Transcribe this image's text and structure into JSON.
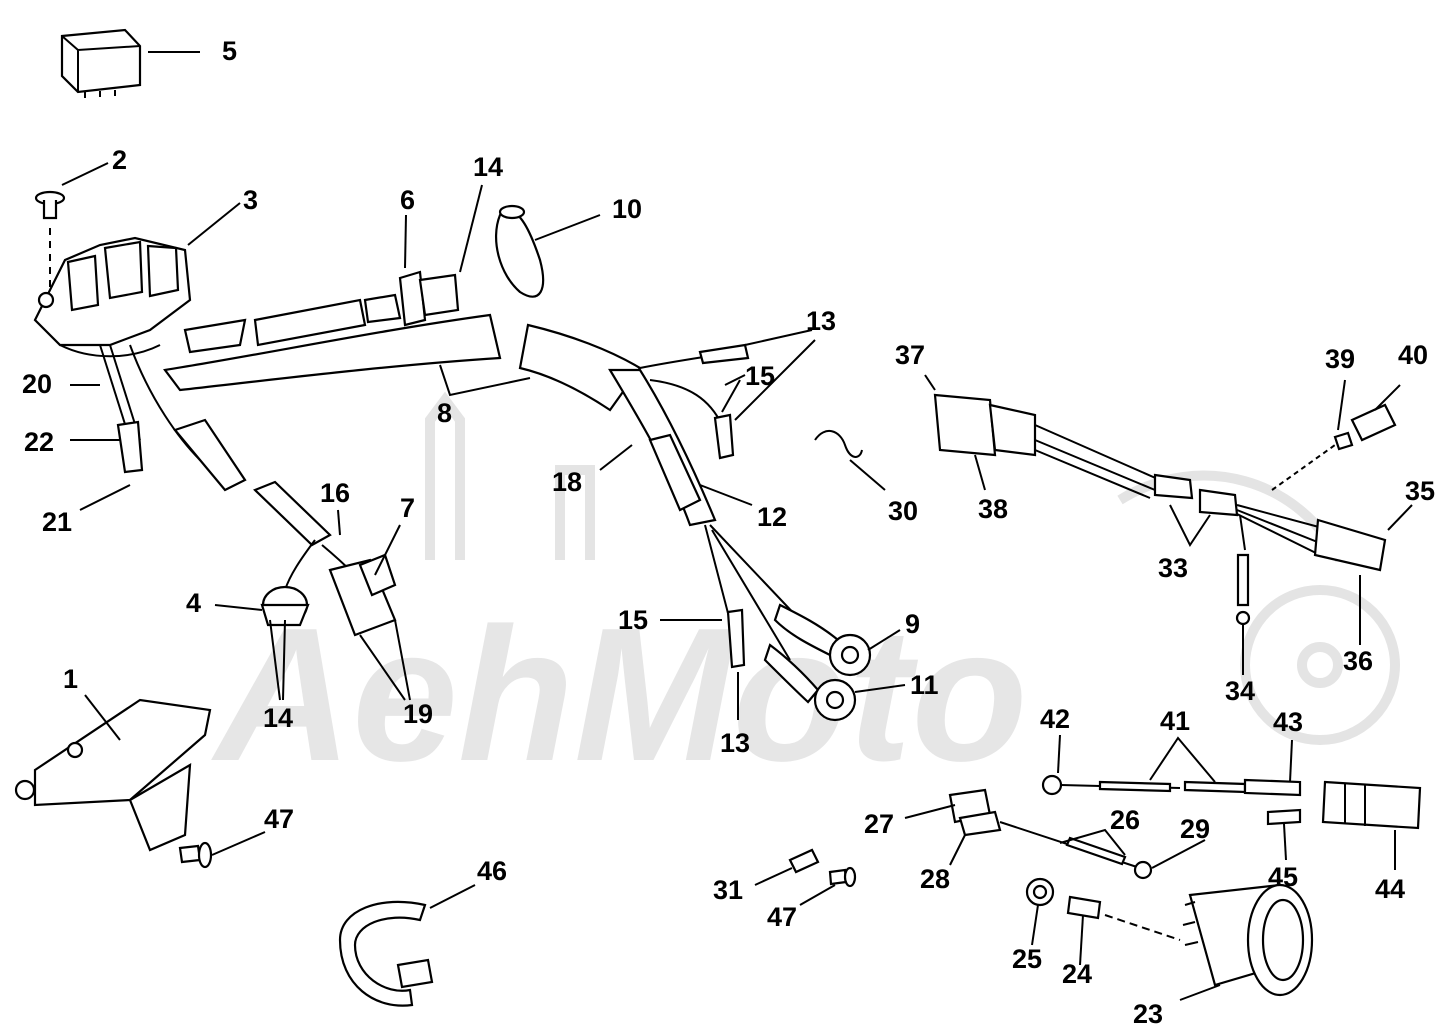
{
  "watermark": {
    "text": "AehMoto"
  },
  "callouts": [
    "5",
    "2",
    "3",
    "6",
    "14",
    "10",
    "13",
    "15",
    "37",
    "39",
    "40",
    "20",
    "8",
    "22",
    "18",
    "12",
    "30",
    "38",
    "35",
    "33",
    "21",
    "16",
    "7",
    "4",
    "15b",
    "9",
    "11",
    "14b",
    "19",
    "13b",
    "34",
    "36",
    "1",
    "42",
    "41",
    "43",
    "47",
    "27",
    "26",
    "29",
    "45",
    "44",
    "28",
    "31",
    "47b",
    "46",
    "25",
    "24",
    "23"
  ],
  "labels": {
    "5": "5",
    "2": "2",
    "3": "3",
    "6": "6",
    "14": "14",
    "10": "10",
    "13": "13",
    "15": "15",
    "37": "37",
    "39": "39",
    "40": "40",
    "20": "20",
    "8": "8",
    "22": "22",
    "18": "18",
    "12": "12",
    "30": "30",
    "38": "38",
    "35": "35",
    "33": "33",
    "21": "21",
    "16": "16",
    "7": "7",
    "4": "4",
    "15b": "15",
    "9": "9",
    "11": "11",
    "14b": "14",
    "19": "19",
    "13b": "13",
    "34": "34",
    "36": "36",
    "1": "1",
    "42": "42",
    "41": "41",
    "43": "43",
    "47": "47",
    "27": "27",
    "26": "26",
    "29": "29",
    "45": "45",
    "44": "44",
    "28": "28",
    "31": "31",
    "47b": "47",
    "46": "46",
    "25": "25",
    "24": "24",
    "23": "23"
  }
}
